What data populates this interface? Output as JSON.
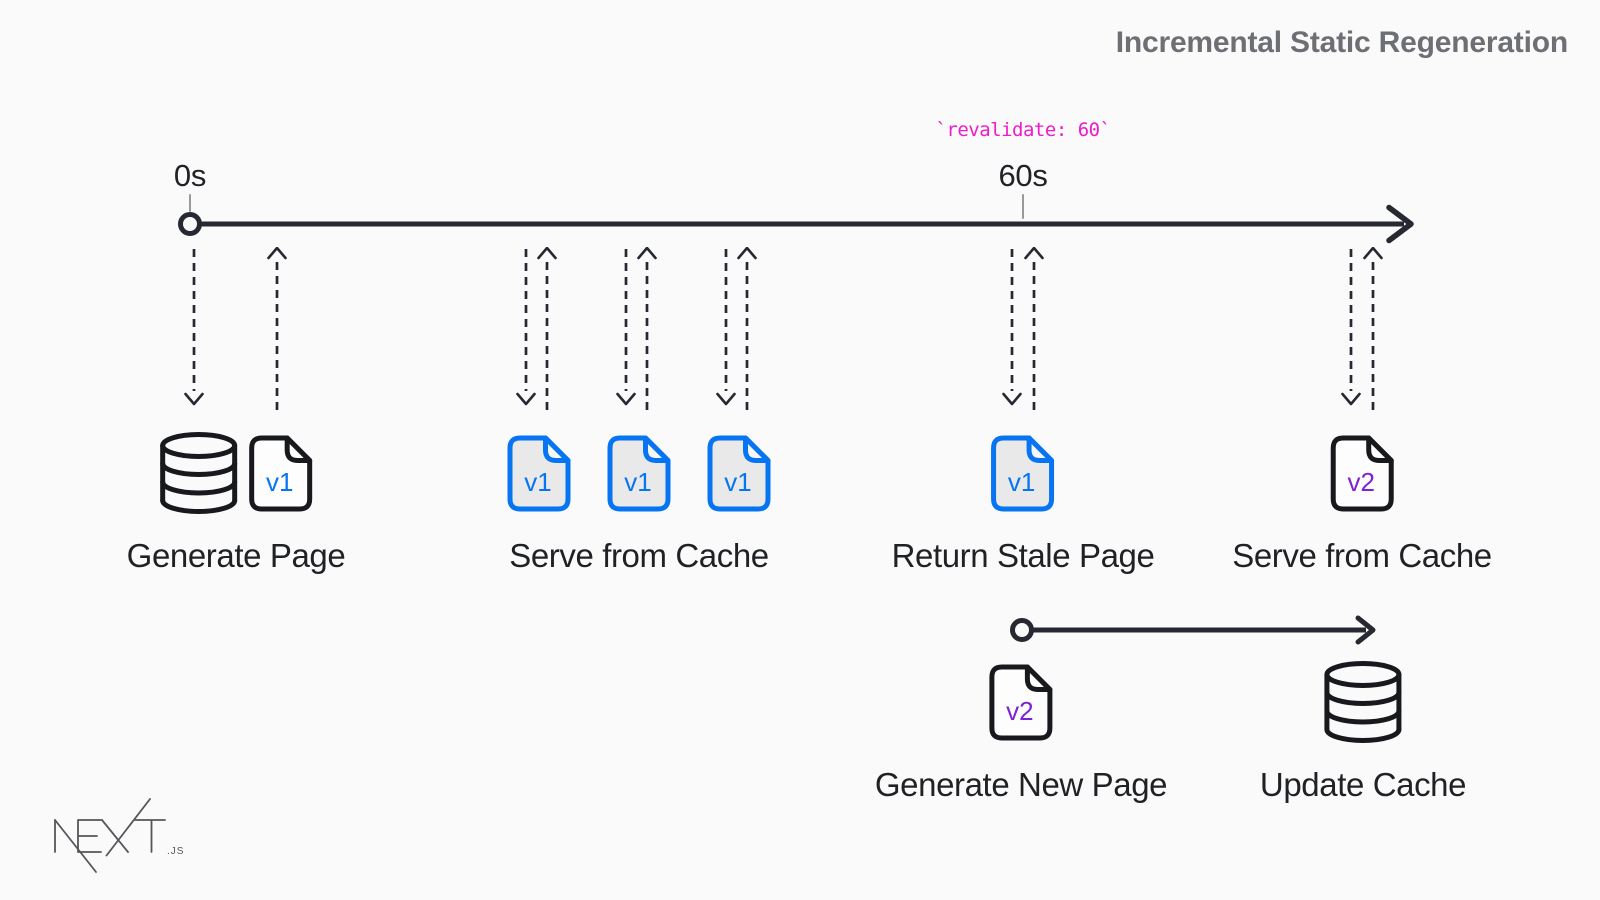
{
  "title": "Incremental Static Regeneration",
  "colors": {
    "background": "#fafafa",
    "ink": "#262932",
    "blue": "#0774f2",
    "purple": "#7e23d1",
    "pink": "#ee1ccb",
    "title_gray": "#6e6f74",
    "page_cache_fill": "#e9e9e9"
  },
  "timeline": {
    "code_annotation": "`revalidate: 60`",
    "start_tick": "0s",
    "end_tick": "60s"
  },
  "groups": [
    {
      "label": "Generate Page",
      "icons": [
        {
          "name": "database"
        },
        {
          "name": "page",
          "text": "v1"
        }
      ]
    },
    {
      "label": "Serve from Cache",
      "icons": [
        {
          "name": "page",
          "text": "v1"
        },
        {
          "name": "page",
          "text": "v1"
        },
        {
          "name": "page",
          "text": "v1"
        }
      ]
    },
    {
      "label": "Return Stale Page",
      "icons": [
        {
          "name": "page",
          "text": "v1"
        }
      ]
    },
    {
      "label": "Serve from Cache",
      "icons": [
        {
          "name": "page",
          "text": "v2"
        }
      ]
    }
  ],
  "regeneration": [
    {
      "label": "Generate New Page",
      "icons": [
        {
          "name": "page",
          "text": "v2"
        }
      ]
    },
    {
      "label": "Update Cache",
      "icons": [
        {
          "name": "database"
        }
      ]
    }
  ],
  "logo": {
    "word": "NEXT",
    "suffix": ".JS"
  }
}
